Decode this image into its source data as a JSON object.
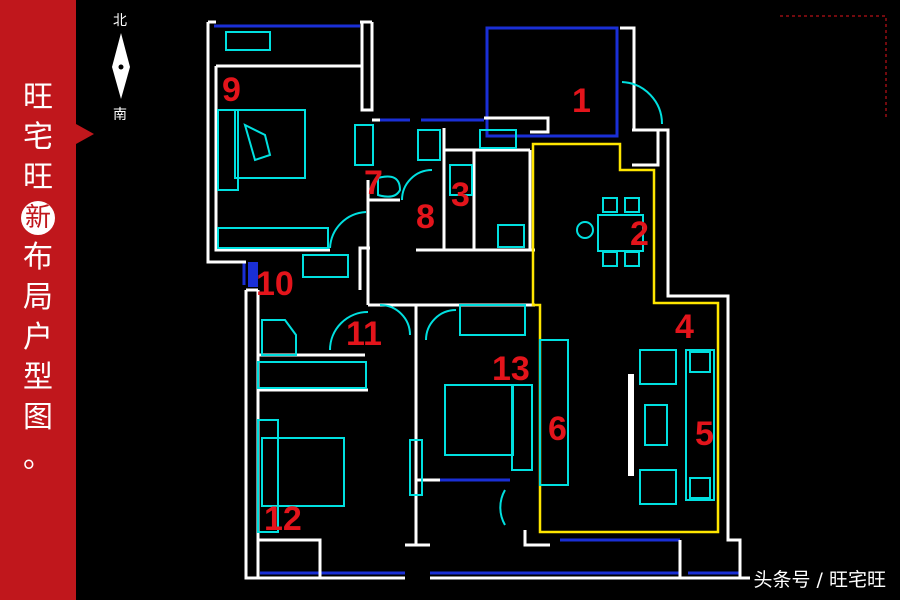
{
  "sidebar": {
    "title_chars": [
      "旺",
      "宅",
      "旺",
      "新",
      "布",
      "局",
      "户",
      "型",
      "图",
      "。"
    ],
    "circled_char": "新"
  },
  "compass": {
    "north": "北",
    "south": "南"
  },
  "watermark": "头条号 / 旺宅旺",
  "room_numbers": [
    "1",
    "2",
    "3",
    "4",
    "5",
    "6",
    "7",
    "8",
    "9",
    "10",
    "11",
    "12",
    "13"
  ],
  "colors": {
    "sidebar": "#c0171c",
    "walls": "#ffffff",
    "windows": "#1a2fd6",
    "furniture": "#00e0e0",
    "highlight": "#ffe600",
    "numbers": "#e3141b"
  }
}
